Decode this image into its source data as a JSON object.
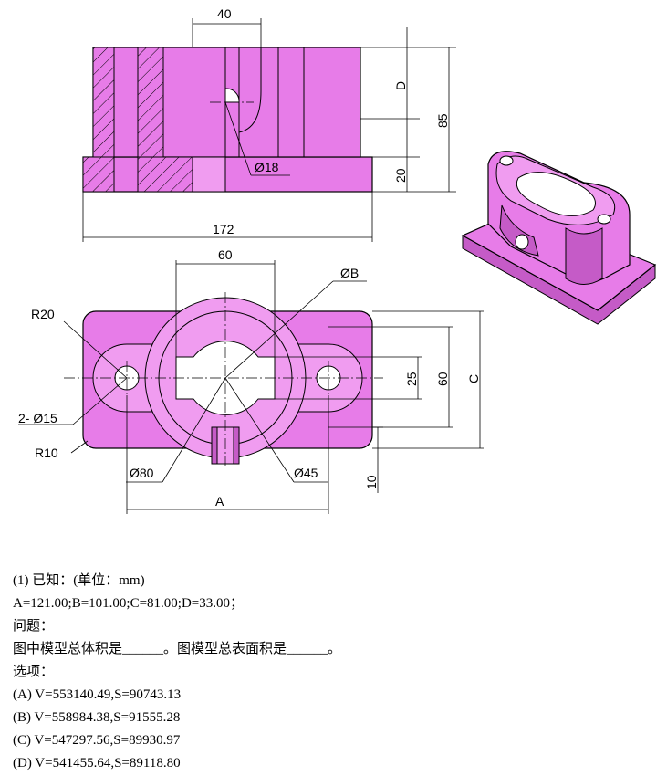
{
  "dimensions": {
    "front_width": "40",
    "front_D": "D",
    "front_85": "85",
    "front_20": "20",
    "front_dia18": "Ø18",
    "front_172": "172",
    "top_60": "60",
    "top_diaB": "ØB",
    "top_R20": "R20",
    "top_2dia15": "2- Ø15",
    "top_R10": "R10",
    "top_dia80": "Ø80",
    "top_dia45": "Ø45",
    "top_25": "25",
    "top_60v": "60",
    "top_C": "C",
    "top_10": "10",
    "top_A": "A"
  },
  "question": {
    "line1": "(1)  已知：(单位：mm)",
    "line2": "A=121.00;B=101.00;C=81.00;D=33.00；",
    "line3": "问题：",
    "line4": "图中模型总体积是______。图模型总表面积是______。",
    "line5": "选项：",
    "options": [
      "(A) V=553140.49,S=90743.13",
      "(B) V=558984.38,S=91555.28",
      "(C) V=547297.56,S=89930.97",
      "(D) V=541455.64,S=89118.80"
    ]
  },
  "colors": {
    "part": "#e77ce8",
    "part_dark": "#c55bc7",
    "part_light": "#f09cf0"
  }
}
